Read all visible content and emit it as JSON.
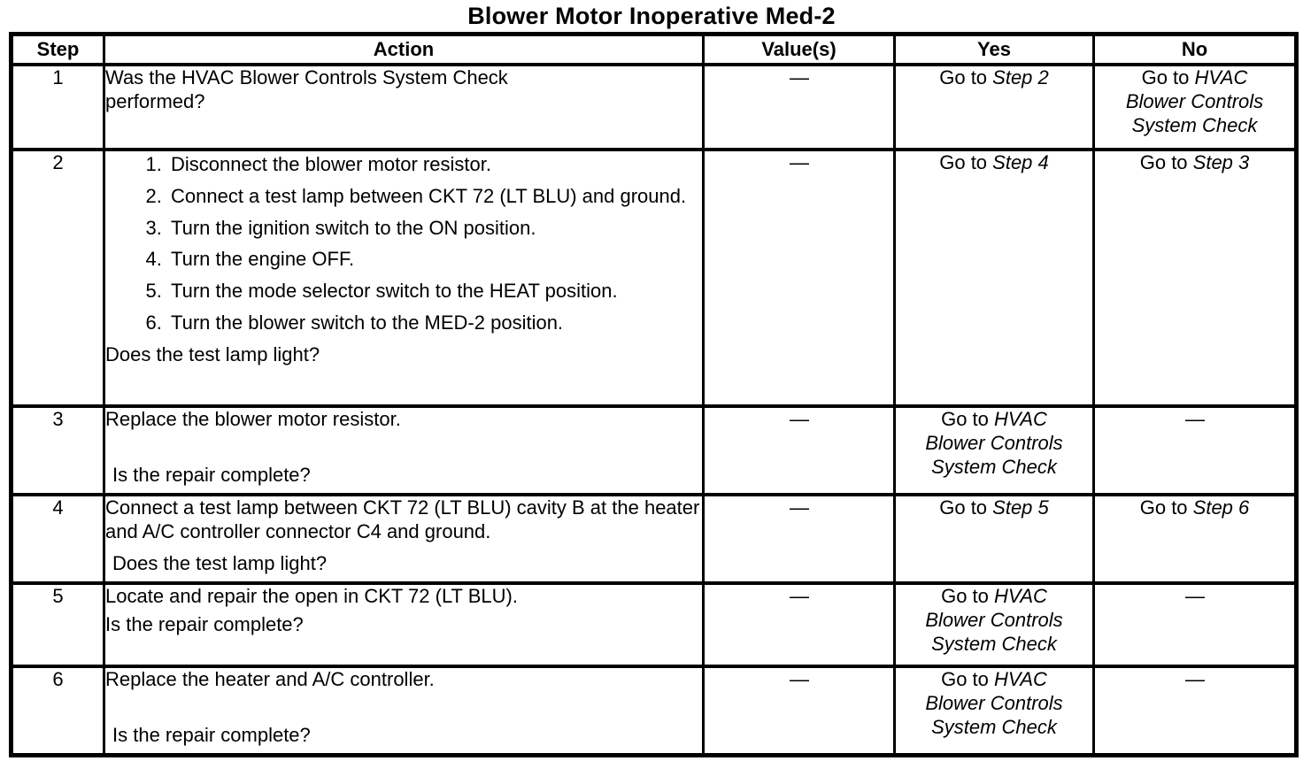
{
  "title": "Blower Motor Inoperative Med-2",
  "headers": {
    "step": "Step",
    "action": "Action",
    "values": "Value(s)",
    "yes": "Yes",
    "no": "No"
  },
  "goto_prefix": "Go to ",
  "rows": [
    {
      "step": "1",
      "action": "Was the HVAC Blower Controls System Check performed?",
      "value": "—",
      "yes_target": "Step 2",
      "no_target": "HVAC Blower Controls System Check"
    },
    {
      "step": "2",
      "list": [
        "Disconnect the blower motor resistor.",
        "Connect a test lamp between CKT 72 (LT BLU) and ground.",
        "Turn the ignition switch to the ON position.",
        "Turn the engine OFF.",
        "Turn the mode selector switch to the HEAT position.",
        "Turn the blower switch to the MED-2 position."
      ],
      "question": "Does the test lamp light?",
      "value": "—",
      "yes_target": "Step 4",
      "no_target": "Step 3"
    },
    {
      "step": "3",
      "action": "Replace the blower motor resistor.",
      "question": "Is the repair complete?",
      "value": "—",
      "yes_target": "HVAC Blower Controls System Check",
      "no": "—"
    },
    {
      "step": "4",
      "action": "Connect a test lamp between CKT 72 (LT BLU) cavity B at the heater and A/C controller connector C4 and ground.",
      "question": "Does the test lamp light?",
      "value": "—",
      "yes_target": "Step 5",
      "no_target": "Step 6"
    },
    {
      "step": "5",
      "action": "Locate and repair the open in CKT 72 (LT BLU).",
      "question": "Is the repair complete?",
      "value": "—",
      "yes_target": "HVAC Blower Controls System Check",
      "no": "—"
    },
    {
      "step": "6",
      "action": "Replace the heater and A/C controller.",
      "question": "Is the repair complete?",
      "value": "—",
      "yes_target": "HVAC Blower Controls System Check",
      "no": "—"
    }
  ]
}
